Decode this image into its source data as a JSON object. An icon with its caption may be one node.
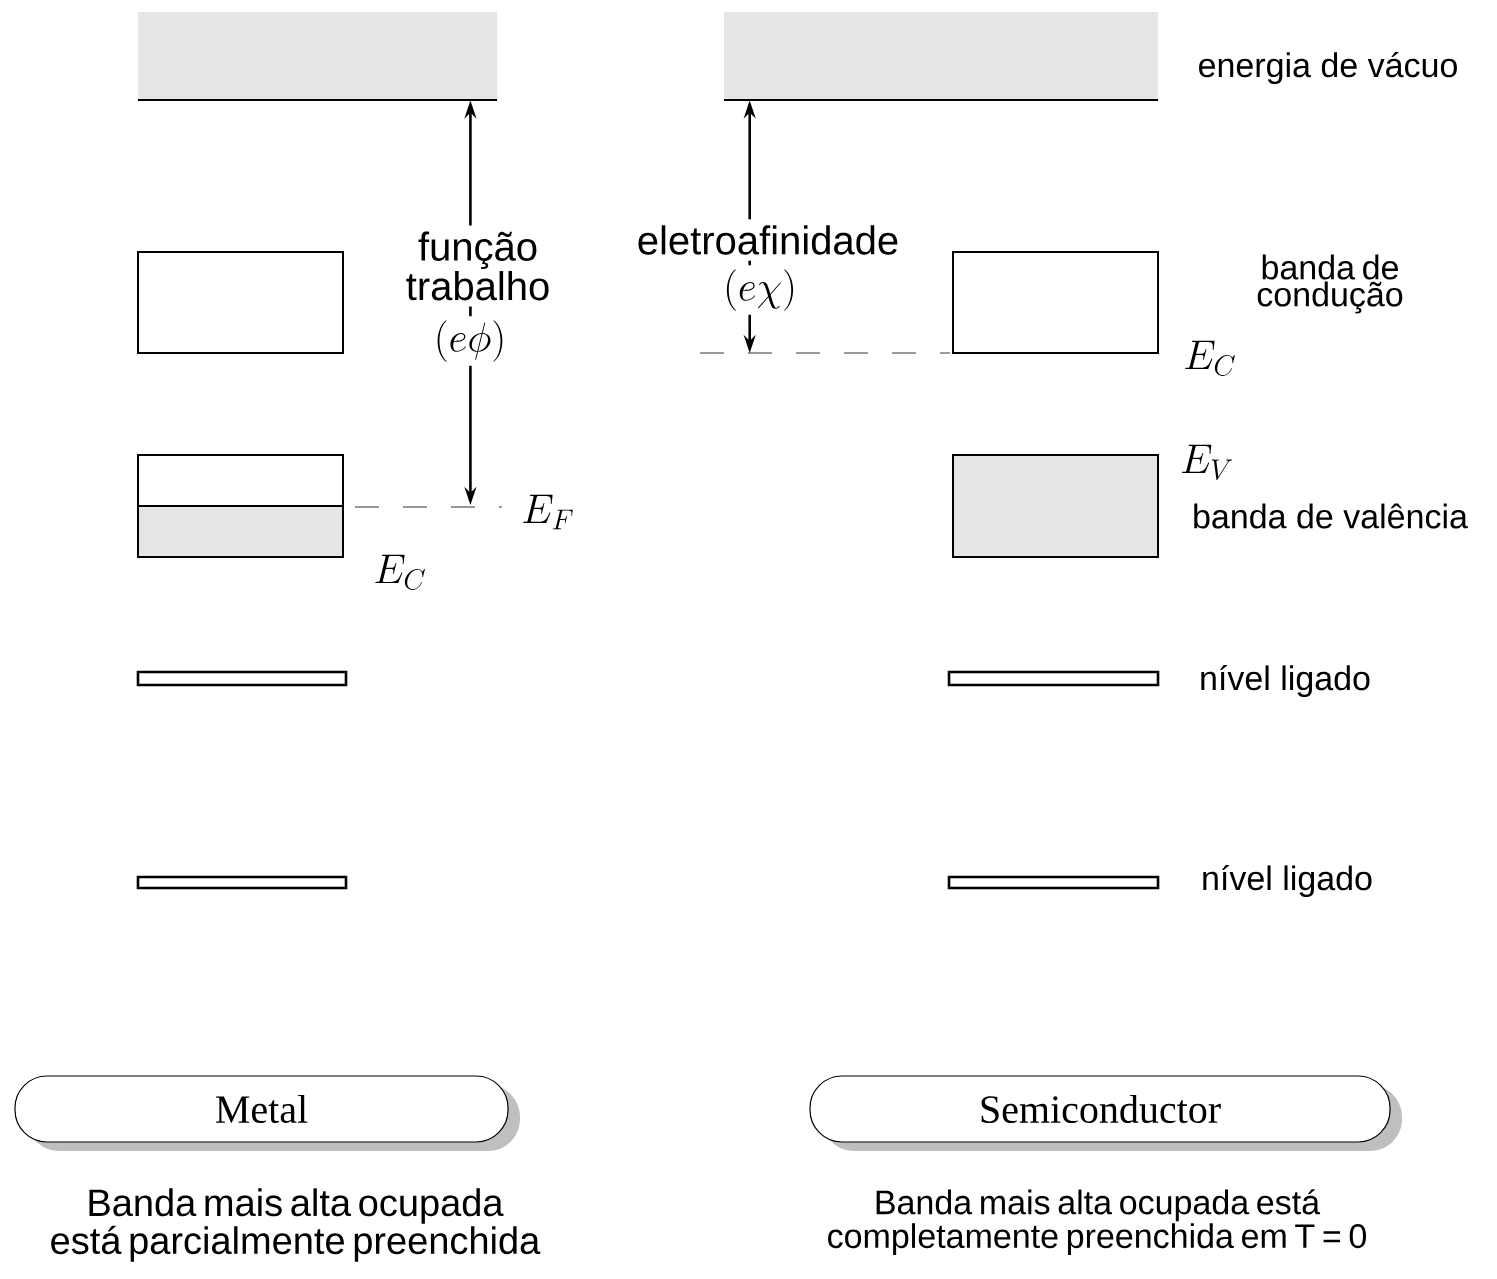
{
  "diagram": {
    "nodes": [
      {
        "text": [],
        "shape": "box"
      },
      {
        "text": [],
        "shape": "box",
        "beside": [
          "energia de vácuo"
        ]
      },
      {
        "text": [],
        "shape": "box"
      },
      {
        "text": [],
        "shape": "box"
      },
      {
        "text": [],
        "shape": "bar"
      },
      {
        "text": [],
        "shape": "bar"
      },
      {
        "text": [],
        "shape": "box",
        "beside": [
          "banda de condução"
        ]
      },
      {
        "text": [],
        "shape": "box",
        "beside": [
          "banda de valência"
        ]
      },
      {
        "text": [],
        "shape": "bar",
        "beside": [
          "nível ligado"
        ]
      },
      {
        "text": [],
        "shape": "bar",
        "beside": [
          "nível ligado"
        ]
      },
      {
        "text": [
          "Metal"
        ],
        "beside": [
          "Banda mais alta ocupada está parcialmente preenchida"
        ]
      },
      {
        "text": [
          "Semiconductor"
        ],
        "beside": [
          "Banda mais alta ocupada está completamente preenchida em T = 0"
        ]
      }
    ],
    "edges": [
      {
        "from": null,
        "to": 0,
        "arrow": "both",
        "label": "função trabalho"
      },
      {
        "from": null,
        "to": 1,
        "arrow": "both",
        "label": "eletroafinidade"
      }
    ],
    "labels": [
      "(e\\chi)",
      "(e\\phi)",
      "E_C",
      "E_V",
      "E_F",
      "E_C"
    ]
  }
}
